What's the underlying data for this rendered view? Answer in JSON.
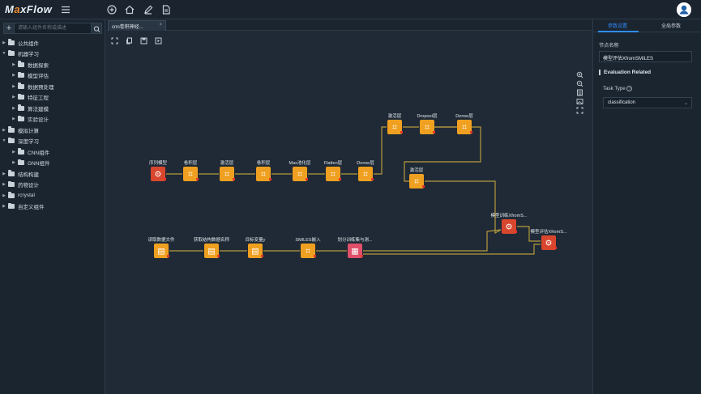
{
  "app": {
    "logo_left": "M",
    "logo_x": "a",
    "logo_right": "xFlow"
  },
  "topbar": {
    "icons": [
      "menu-icon",
      "add-icon",
      "home-icon",
      "edit-icon",
      "document-icon",
      "user-avatar-icon"
    ]
  },
  "sidebar": {
    "search_placeholder": "请输入组件名称或描述",
    "items": [
      {
        "label": "公共组件",
        "level": 0,
        "expanded": false
      },
      {
        "label": "机器学习",
        "level": 0,
        "expanded": true
      },
      {
        "label": "数据探索",
        "level": 1,
        "expanded": false
      },
      {
        "label": "模型评估",
        "level": 1,
        "expanded": false
      },
      {
        "label": "数据预处理",
        "level": 1,
        "expanded": false
      },
      {
        "label": "特征工程",
        "level": 1,
        "expanded": false
      },
      {
        "label": "算法建模",
        "level": 1,
        "expanded": false
      },
      {
        "label": "实验设计",
        "level": 1,
        "expanded": false
      },
      {
        "label": "模拟计算",
        "level": 0,
        "expanded": false
      },
      {
        "label": "深度学习",
        "level": 0,
        "expanded": true
      },
      {
        "label": "CNN组件",
        "level": 1,
        "expanded": false
      },
      {
        "label": "GNN组件",
        "level": 1,
        "expanded": false
      },
      {
        "label": "结构构建",
        "level": 0,
        "expanded": false
      },
      {
        "label": "药物设计",
        "level": 0,
        "expanded": false
      },
      {
        "label": "rcrystal",
        "level": 0,
        "expanded": false
      },
      {
        "label": "自定义组件",
        "level": 0,
        "expanded": false
      }
    ]
  },
  "editor": {
    "tab_label": "cnn卷积神经...",
    "tab_close": "×",
    "nodes": [
      {
        "id": "n1",
        "label": "序列模型",
        "kind": "model"
      },
      {
        "id": "n2",
        "label": "卷积层",
        "kind": "layer"
      },
      {
        "id": "n3",
        "label": "激活层",
        "kind": "layer"
      },
      {
        "id": "n4",
        "label": "卷积层",
        "kind": "layer"
      },
      {
        "id": "n5",
        "label": "Max池化层",
        "kind": "layer"
      },
      {
        "id": "n6",
        "label": "Flatten层",
        "kind": "layer"
      },
      {
        "id": "n7",
        "label": "Dense层",
        "kind": "layer"
      },
      {
        "id": "n8",
        "label": "激活层",
        "kind": "layer"
      },
      {
        "id": "n9",
        "label": "Dropout层",
        "kind": "layer"
      },
      {
        "id": "n10",
        "label": "Dense层",
        "kind": "layer"
      },
      {
        "id": "n11",
        "label": "激活层",
        "kind": "layer"
      },
      {
        "id": "n12",
        "label": "模型训练XfromS...",
        "kind": "model"
      },
      {
        "id": "n13",
        "label": "模型评估XfromS...",
        "kind": "model"
      },
      {
        "id": "n14",
        "label": "读取数据文件",
        "kind": "data"
      },
      {
        "id": "n15",
        "label": "获取结构数据名称",
        "kind": "data"
      },
      {
        "id": "n16",
        "label": "目标变量y",
        "kind": "data"
      },
      {
        "id": "n17",
        "label": "SMILES嵌入",
        "kind": "layer"
      },
      {
        "id": "n18",
        "label": "划分训练集与测...",
        "kind": "split"
      }
    ]
  },
  "panel": {
    "tab_active": "参数设置",
    "tab_inactive": "全局参数",
    "node_name_label": "节点名称",
    "node_name_value": "模型评估XfromSMILES",
    "section_title": "Evaluation Related",
    "task_type_label": "Task Type",
    "task_type_value": "classification"
  },
  "colors": {
    "accent": "#2f8cff",
    "edge": "#b89a3e",
    "node_orange": "#f0a020",
    "node_red": "#d9462e",
    "node_pink": "#e0506a"
  }
}
